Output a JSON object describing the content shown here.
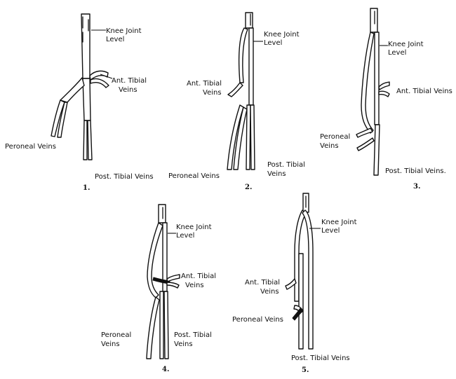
{
  "diagrams": [
    {
      "number": "1.",
      "labels": {
        "knee_joint": [
          "Knee Joint",
          "Level"
        ],
        "ant_tibial": [
          "Ant. Tibial",
          "Veins"
        ],
        "peroneal": [
          "Peroneal Veins"
        ],
        "post_tibial": [
          "Post. Tibial Veins"
        ]
      }
    },
    {
      "number": "2.",
      "labels": {
        "knee_joint": [
          "Knee Joint",
          "Level"
        ],
        "ant_tibial": [
          "Ant. Tibial",
          "Veins"
        ],
        "peroneal": [
          "Peroneal Veins"
        ],
        "post_tibial": [
          "Post. Tibial",
          "Veins"
        ]
      }
    },
    {
      "number": "3.",
      "labels": {
        "knee_joint": [
          "Knee Joint",
          "Level"
        ],
        "ant_tibial": [
          "Ant. Tibial Veins"
        ],
        "peroneal": [
          "Peroneal",
          "Veins"
        ],
        "post_tibial": [
          "Post. Tibial Veins."
        ]
      }
    },
    {
      "number": "4.",
      "labels": {
        "knee_joint": [
          "Knee Joint",
          "Level"
        ],
        "ant_tibial": [
          "Ant. Tibial",
          "Veins"
        ],
        "peroneal": [
          "Peroneal",
          "Veins"
        ],
        "post_tibial": [
          "Post. Tibial",
          "Veins"
        ]
      }
    },
    {
      "number": "5.",
      "labels": {
        "knee_joint": [
          "Knee Joint",
          "Level"
        ],
        "ant_tibial": [
          "Ant. Tibial",
          "Veins"
        ],
        "peroneal": [
          "Peroneal Veins"
        ],
        "post_tibial": [
          "Post. Tibial Veins"
        ]
      }
    }
  ],
  "colors": {
    "ink": "#111111",
    "paper": "#ffffff"
  }
}
